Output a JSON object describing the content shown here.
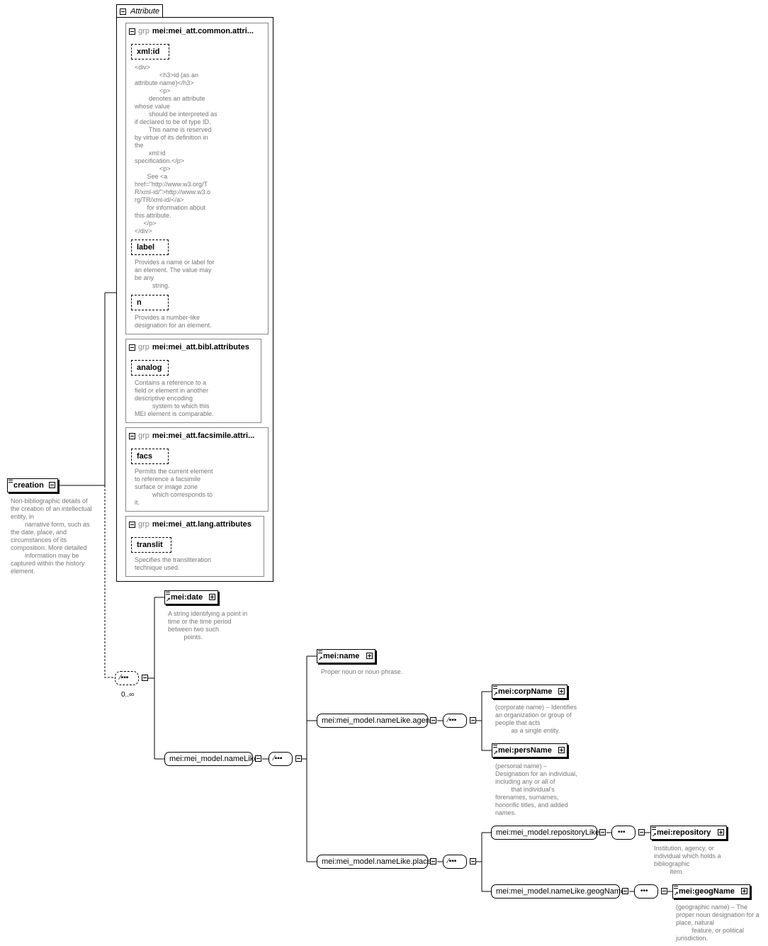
{
  "attribute_panel": {
    "tab_label": "Attribute",
    "groups": [
      {
        "kind": "grp",
        "name": "mei:mei_att.common.attri...",
        "attributes": [
          {
            "name": "xml:id",
            "doc": "<div>\n              <h3>id (as an\nattribute name)</h3>\n              <p>\n        denotes an attribute\nwhose value\n        should be interpreted as\nif declared to be of type ID.\n        This name is reserved\nby virtue of its definition in\nthe\n        xml:id\nspecification.</p>\n              <p>\n       See <a\nhref=\"http://www.w3.org/T\nR/xml-id/\">http://www.w3.o\nrg/TR/xml-id/</a>\n       for information about\nthis attribute.\n     </p>\n</div>"
          },
          {
            "name": "label",
            "doc": "Provides a name or label for\nan element. The value may\nbe any\n          string."
          },
          {
            "name": "n",
            "doc": "Provides a number-like\ndesignation for an element."
          }
        ]
      },
      {
        "kind": "grp",
        "name": "mei:mei_att.bibl.attributes",
        "attributes": [
          {
            "name": "analog",
            "doc": "Contains a reference to a\nfield or element in another\ndescriptive encoding\n          system to which this\nMEI element is comparable."
          }
        ]
      },
      {
        "kind": "grp",
        "name": "mei:mei_att.facsimile.attri...",
        "attributes": [
          {
            "name": "facs",
            "doc": "Permits the current element\nto reference a facsimile\nsurface or image zone\n          which corresponds to\nit."
          }
        ]
      },
      {
        "kind": "grp",
        "name": "mei:mei_att.lang.attributes",
        "attributes": [
          {
            "name": "translit",
            "doc": "Specifies the transliteration\ntechnique used."
          }
        ]
      }
    ]
  },
  "root": {
    "name": "creation",
    "doc": "Non-bibliographic details of\nthe creation of an intellectual\nentity, in\n        narrative form, such as\nthe date, place, and\ncircumstances of its\ncomposition. More detailed\n        information may be\ncaptured within the history\nelement."
  },
  "choice_occurrence": "0..∞",
  "nodes": {
    "date": {
      "name": "mei:date",
      "doc": "A string identifying a point in\ntime or the time period\nbetween two such\n         points."
    },
    "nameLike": {
      "name": "mei:mei_model.nameLike"
    },
    "name": {
      "name": "mei:name",
      "doc": "Proper noun or noun phrase."
    },
    "agent": {
      "name": "mei:mei_model.nameLike.agent"
    },
    "corpName": {
      "name": "mei:corpName",
      "doc": "(corporate name) – Identifies\nan organization or group of\npeople that acts\n         as a single entity."
    },
    "persName": {
      "name": "mei:persName",
      "doc": "(personal name) –\nDesignation for an individual,\nincluding any or all of\n         that individual's\nforenames, surnames,\nhonorific titles, and added\nnames."
    },
    "place": {
      "name": "mei:mei_model.nameLike.place"
    },
    "repositoryLike": {
      "name": "mei:mei_model.repositoryLike"
    },
    "repository": {
      "name": "mei:repository",
      "doc": "Institution, agency, or\nindividual which holds a\nbibliographic\n         item."
    },
    "geogNameModel": {
      "name": "mei:mei_model.nameLike.geogName"
    },
    "geogName": {
      "name": "mei:geogName",
      "doc": "(geographic name) – The\nproper noun designation for a\nplace, natural\n         feature, or political\njurisdiction."
    }
  }
}
